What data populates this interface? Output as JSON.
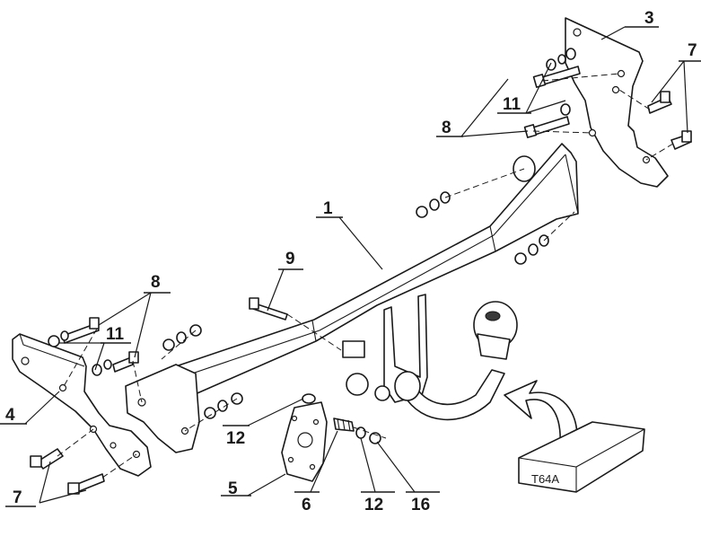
{
  "callouts": {
    "c1": "1",
    "c3": "3",
    "c7_top": "7",
    "c8_top": "8",
    "c11_top": "11",
    "c9": "9",
    "c8_left": "8",
    "c11_left": "11",
    "c4": "4",
    "c12_left": "12",
    "c5": "5",
    "c6": "6",
    "c12_right": "12",
    "c16": "16",
    "c7_bottom": "7"
  },
  "box_tag": "T64A"
}
